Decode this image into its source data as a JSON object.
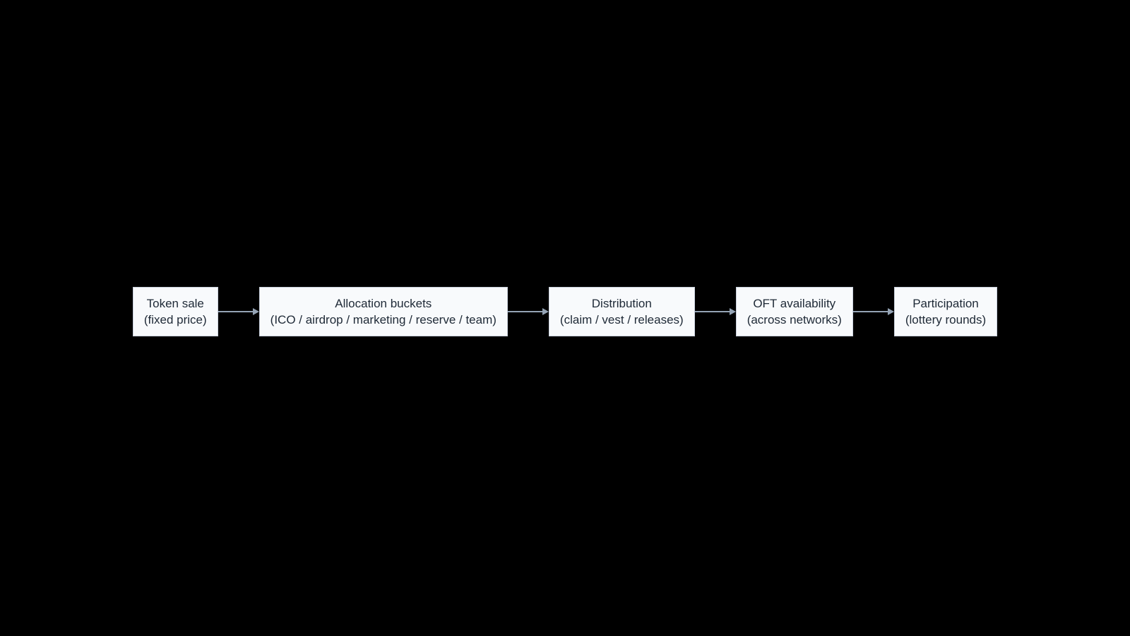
{
  "colors": {
    "background": "#000000",
    "box_background": "#f8fafc",
    "box_border": "#c8d0dc",
    "text": "#1e2936",
    "arrow": "#94a3b4"
  },
  "diagram": {
    "type": "horizontal-flowchart",
    "nodes": [
      {
        "title": "Token sale",
        "subtitle": "(fixed price)"
      },
      {
        "title": "Allocation buckets",
        "subtitle": "(ICO / airdrop / marketing / reserve / team)"
      },
      {
        "title": "Distribution",
        "subtitle": "(claim / vest / releases)"
      },
      {
        "title": "OFT availability",
        "subtitle": "(across networks)"
      },
      {
        "title": "Participation",
        "subtitle": "(lottery rounds)"
      }
    ]
  }
}
